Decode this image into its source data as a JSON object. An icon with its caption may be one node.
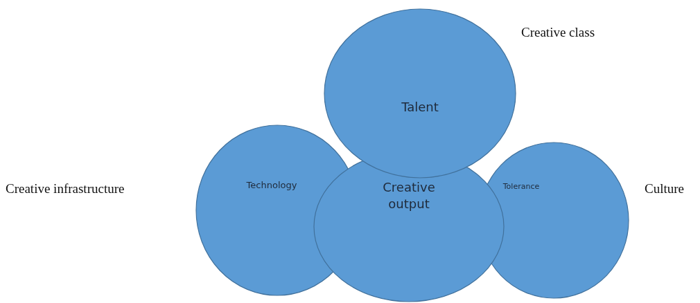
{
  "diagram": {
    "nodes": [
      {
        "text": [
          "Talent"
        ]
      },
      {
        "text": [
          "Technology"
        ]
      },
      {
        "text": [
          "Creative output"
        ]
      },
      {
        "text": [
          "Tolerance"
        ]
      }
    ],
    "labels": [
      "Creative class",
      "Creative infrastructure",
      "Culture"
    ]
  }
}
